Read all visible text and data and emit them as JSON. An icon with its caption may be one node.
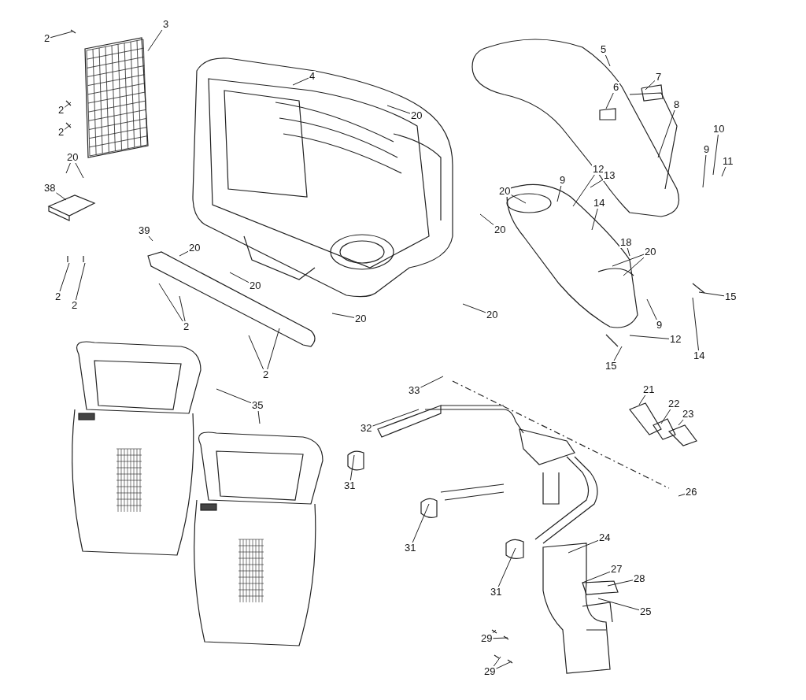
{
  "diagram": {
    "nodes": [
      {
        "text": [
          "2"
        ]
      },
      {
        "text": [
          "3"
        ]
      },
      {
        "text": [
          "4"
        ]
      },
      {
        "text": [
          "5"
        ]
      },
      {
        "text": [
          "6"
        ]
      },
      {
        "text": [
          "7"
        ]
      },
      {
        "text": [
          "20"
        ]
      },
      {
        "text": [
          "8"
        ]
      },
      {
        "text": [
          "2"
        ]
      },
      {
        "text": [
          "2"
        ]
      },
      {
        "text": [
          "10"
        ]
      },
      {
        "text": [
          "20"
        ]
      },
      {
        "text": [
          "9"
        ]
      },
      {
        "text": [
          "11"
        ]
      },
      {
        "text": [
          "12"
        ]
      },
      {
        "text": [
          "13"
        ]
      },
      {
        "text": [
          "38"
        ]
      },
      {
        "text": [
          "9"
        ]
      },
      {
        "text": [
          "14"
        ]
      },
      {
        "text": [
          "20"
        ]
      },
      {
        "text": [
          "20"
        ]
      },
      {
        "text": [
          "39"
        ]
      },
      {
        "text": [
          "18"
        ]
      },
      {
        "text": [
          "20"
        ]
      },
      {
        "text": [
          "20"
        ]
      },
      {
        "text": [
          "20"
        ]
      },
      {
        "text": [
          "2"
        ]
      },
      {
        "text": [
          "2"
        ]
      },
      {
        "text": [
          "15"
        ]
      },
      {
        "text": [
          "20"
        ]
      },
      {
        "text": [
          "9"
        ]
      },
      {
        "text": [
          "2"
        ]
      },
      {
        "text": [
          "20"
        ]
      },
      {
        "text": [
          "12"
        ]
      },
      {
        "text": [
          "14"
        ]
      },
      {
        "text": [
          "2"
        ]
      },
      {
        "text": [
          "15"
        ]
      },
      {
        "text": [
          "33"
        ]
      },
      {
        "text": [
          "35"
        ]
      },
      {
        "text": [
          "21"
        ]
      },
      {
        "text": [
          "22"
        ]
      },
      {
        "text": [
          "23"
        ]
      },
      {
        "text": [
          "32"
        ]
      },
      {
        "text": [
          "31"
        ]
      },
      {
        "text": [
          "26"
        ]
      },
      {
        "text": [
          "31"
        ]
      },
      {
        "text": [
          "24"
        ]
      },
      {
        "text": [
          "27"
        ]
      },
      {
        "text": [
          "28"
        ]
      },
      {
        "text": [
          "31"
        ]
      },
      {
        "text": [
          "25"
        ]
      },
      {
        "text": [
          "29"
        ]
      },
      {
        "text": [
          "29"
        ]
      },
      {
        "text": [],
        "shape": "picture"
      }
    ],
    "edges": [
      {
        "from": 0,
        "to": null,
        "arrow": "none"
      },
      {
        "from": 1,
        "to": 53,
        "arrow": "none"
      },
      {
        "from": 2,
        "to": null,
        "arrow": "none"
      },
      {
        "from": 3,
        "to": null,
        "arrow": "none"
      },
      {
        "from": 4,
        "to": null,
        "arrow": "none"
      },
      {
        "from": 5,
        "to": null,
        "arrow": "none"
      },
      {
        "from": 6,
        "to": null,
        "arrow": "none"
      },
      {
        "from": 7,
        "to": null,
        "arrow": "none"
      },
      {
        "from": 8,
        "to": null,
        "arrow": "none"
      },
      {
        "from": 9,
        "to": null,
        "arrow": "none"
      },
      {
        "from": 10,
        "to": null,
        "arrow": "none"
      },
      {
        "from": 11,
        "to": null,
        "arrow": "none"
      },
      {
        "from": 11,
        "to": null,
        "arrow": "none"
      },
      {
        "from": 12,
        "to": null,
        "arrow": "none"
      },
      {
        "from": 13,
        "to": null,
        "arrow": "none"
      },
      {
        "from": 14,
        "to": null,
        "arrow": "none"
      },
      {
        "from": 15,
        "to": null,
        "arrow": "none"
      },
      {
        "from": 16,
        "to": null,
        "arrow": "none"
      },
      {
        "from": 17,
        "to": null,
        "arrow": "none"
      },
      {
        "from": 18,
        "to": null,
        "arrow": "none"
      },
      {
        "from": 19,
        "to": null,
        "arrow": "none"
      },
      {
        "from": 20,
        "to": null,
        "arrow": "none"
      },
      {
        "from": 21,
        "to": null,
        "arrow": "none"
      },
      {
        "from": 22,
        "to": null,
        "arrow": "none"
      },
      {
        "from": 23,
        "to": null,
        "arrow": "none"
      },
      {
        "from": 24,
        "to": null,
        "arrow": "none"
      },
      {
        "from": 24,
        "to": null,
        "arrow": "none"
      },
      {
        "from": 25,
        "to": null,
        "arrow": "none"
      },
      {
        "from": 26,
        "to": null,
        "arrow": "none"
      },
      {
        "from": 27,
        "to": null,
        "arrow": "none"
      },
      {
        "from": 28,
        "to": null,
        "arrow": "none"
      },
      {
        "from": 29,
        "to": null,
        "arrow": "none"
      },
      {
        "from": 30,
        "to": null,
        "arrow": "none"
      },
      {
        "from": 31,
        "to": null,
        "arrow": "none"
      },
      {
        "from": 31,
        "to": null,
        "arrow": "none"
      },
      {
        "from": 32,
        "to": null,
        "arrow": "none"
      },
      {
        "from": 33,
        "to": null,
        "arrow": "none"
      },
      {
        "from": 34,
        "to": null,
        "arrow": "none"
      },
      {
        "from": 35,
        "to": null,
        "arrow": "none"
      },
      {
        "from": 35,
        "to": null,
        "arrow": "none"
      },
      {
        "from": 36,
        "to": null,
        "arrow": "none"
      },
      {
        "from": 37,
        "to": null,
        "arrow": "none"
      },
      {
        "from": 38,
        "to": null,
        "arrow": "none"
      },
      {
        "from": 38,
        "to": null,
        "arrow": "none"
      },
      {
        "from": 39,
        "to": null,
        "arrow": "none"
      },
      {
        "from": 40,
        "to": null,
        "arrow": "none"
      },
      {
        "from": 41,
        "to": null,
        "arrow": "none"
      },
      {
        "from": 42,
        "to": null,
        "arrow": "none"
      },
      {
        "from": 43,
        "to": null,
        "arrow": "none"
      },
      {
        "from": 44,
        "to": null,
        "arrow": "none"
      },
      {
        "from": 45,
        "to": null,
        "arrow": "none"
      },
      {
        "from": 46,
        "to": null,
        "arrow": "none"
      },
      {
        "from": 47,
        "to": null,
        "arrow": "none"
      },
      {
        "from": 48,
        "to": null,
        "arrow": "none"
      },
      {
        "from": 49,
        "to": null,
        "arrow": "none"
      },
      {
        "from": 50,
        "to": null,
        "arrow": "none"
      },
      {
        "from": 51,
        "to": null,
        "arrow": "none"
      },
      {
        "from": 51,
        "to": null,
        "arrow": "none"
      },
      {
        "from": 52,
        "to": null,
        "arrow": "none"
      },
      {
        "from": 52,
        "to": null,
        "arrow": "none"
      }
    ]
  }
}
